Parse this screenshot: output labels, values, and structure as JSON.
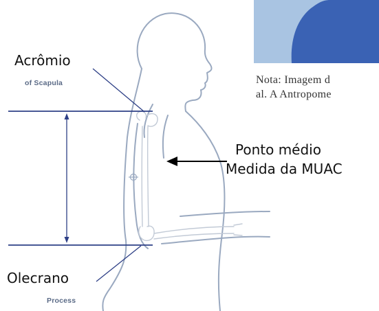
{
  "labels": {
    "acromion": "Acrômio",
    "acromion_source": "of Scapula",
    "midpoint_line1": "Ponto médio",
    "midpoint_line2": "Medida da MUAC",
    "olecranon": "Olecrano",
    "olecranon_source": "Process"
  },
  "note": {
    "line1": "Nota: Imagem d",
    "line2": "al. A Antropome"
  },
  "colors": {
    "blue_line": "#2d3f86",
    "photo_background": "#a9c4e2",
    "photo_shape": "#3a62b4",
    "figure_outline": "#9aa9c0"
  }
}
